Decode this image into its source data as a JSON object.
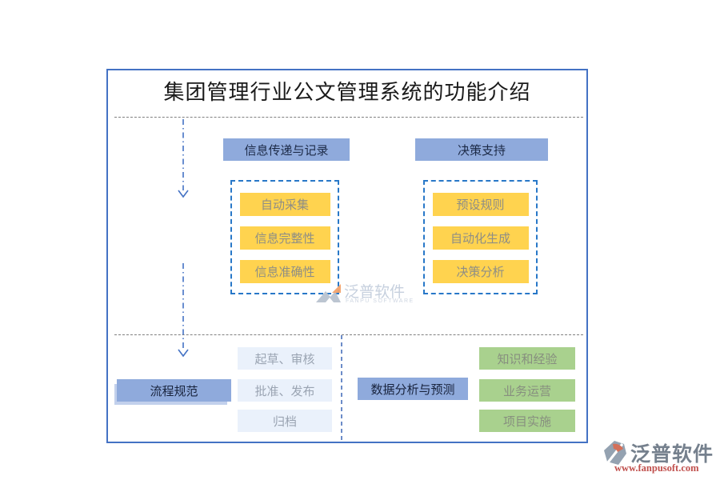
{
  "title": "集团管理行业公文管理系统的功能介绍",
  "sections": {
    "info_transfer": {
      "header": "信息传递与记录",
      "items": [
        "自动采集",
        "信息完整性",
        "信息准确性"
      ]
    },
    "decision_support": {
      "header": "决策支持",
      "items": [
        "预设规则",
        "自动化生成",
        "决策分析"
      ]
    },
    "process_standard": {
      "label": "流程规范",
      "items": [
        "起草、审核",
        "批准、发布",
        "归档"
      ]
    },
    "data_analysis": {
      "label": "数据分析与预测",
      "items": [
        "知识和经验",
        "业务运营",
        "项目实施"
      ]
    }
  },
  "watermark": {
    "name": "泛普软件",
    "subtitle": "FANPU SOFTWARE"
  },
  "brand": {
    "name": "泛普软件",
    "url": "www.fanpusoft.com"
  },
  "colors": {
    "panel_border": "#4472C4",
    "header_fill": "#8FAADC",
    "feature_fill_yellow": "#FFD34F",
    "feature_fill_light_blue": "#EAF1FB",
    "feature_fill_green": "#A9D18E",
    "dashed_container_border": "#2878C8",
    "arrow_blue": "#4472C4",
    "divider_gray": "#808080",
    "brand_url_red": "#C0504D"
  }
}
